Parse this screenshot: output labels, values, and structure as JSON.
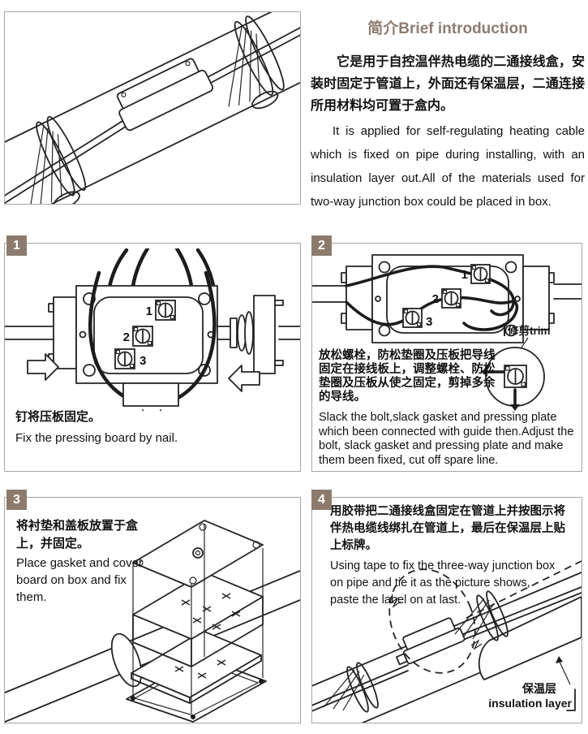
{
  "colors": {
    "accent": "#8c7b6d",
    "panel_border": "#a9a49f",
    "ink": "#171717"
  },
  "intro": {
    "title": "简介Brief introduction",
    "paragraph_zh": "它是用于自控温伴热电缆的二通接线盒，安装时固定于管道上，外面还有保温层，二通连接所用材料均可置于盒内。",
    "paragraph_en": "It is applied for self-regulating heating cable which is fixed on pipe during installing, with an insulation layer out.All of the materials used for two-way junction box could be placed in box."
  },
  "steps": [
    {
      "number": "1",
      "text_zh": "钉将压板固定。",
      "text_en": "Fix the pressing board by nail.",
      "terminal_labels": [
        "1",
        "2",
        "3"
      ]
    },
    {
      "number": "2",
      "text_zh": "放松螺栓，防松垫圈及压板把导线固定在接线板上，调整螺栓、防松垫圈及压板从使之固定，剪掉多余的导线。",
      "text_en": "Slack the bolt,slack gasket and pressing plate which been connected with guide then.Adjust the bolt, slack gasket and pressing plate and make them been fixed, cut off spare line.",
      "trim_label": "修剪trim",
      "terminal_labels": [
        "1",
        "2",
        "3"
      ]
    },
    {
      "number": "3",
      "text_zh": "将衬垫和盖板放置于盒上，并固定。",
      "text_en": "Place gasket and cover board on box and fix them."
    },
    {
      "number": "4",
      "text_zh": "用胶带把二通接线盒固定在管道上并按图示将伴热电缆线绑扎在管道上，最后在保温层上贴上标牌。",
      "text_en": "Using tape to fix the three-way junction box on pipe and tie it as the picture shows, paste the label on at last.",
      "insulation_label_zh": "保温层",
      "insulation_label_en": "insulation layer"
    }
  ]
}
